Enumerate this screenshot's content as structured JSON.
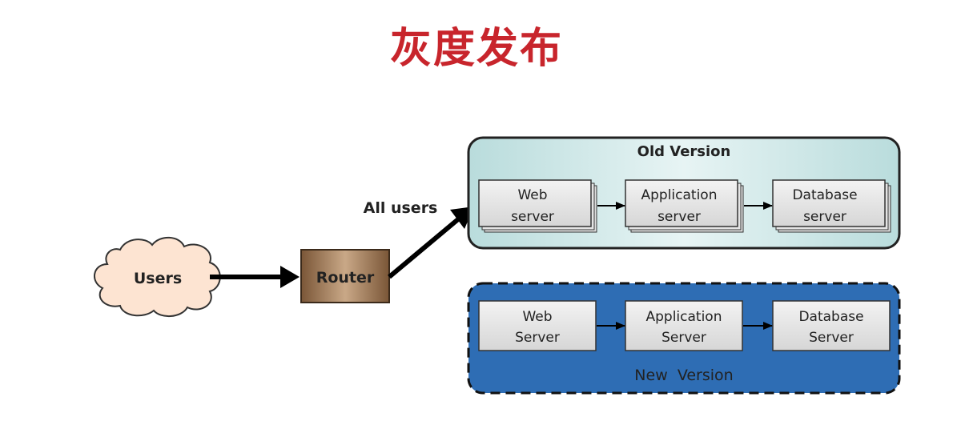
{
  "title": "灰度发布",
  "users_label": "Users",
  "router_label": "Router",
  "edge_label": "All users",
  "old_version": {
    "title": "Old Version",
    "nodes": [
      {
        "line1": "Web",
        "line2": "server"
      },
      {
        "line1": "Application",
        "line2": "server"
      },
      {
        "line1": "Database",
        "line2": "server"
      }
    ]
  },
  "new_version": {
    "title": "New  Version",
    "nodes": [
      {
        "line1": "Web",
        "line2": "Server"
      },
      {
        "line1": "Application",
        "line2": "Server"
      },
      {
        "line1": "Database",
        "line2": "Server"
      }
    ]
  },
  "colors": {
    "title": "#c8252c",
    "old_panel": "#cfe9e9",
    "new_panel": "#2e6db4",
    "router": "#8d6a48",
    "cloud": "#fde4d2",
    "node": "#e6e6e6"
  }
}
